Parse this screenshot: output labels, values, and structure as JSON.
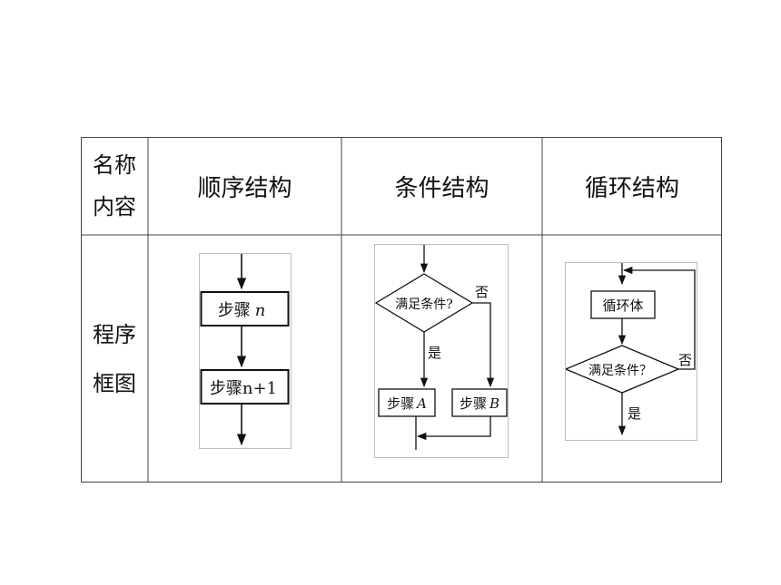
{
  "table": {
    "corner_top": "名称",
    "corner_bottom": "内容",
    "row_label_line1": "程序",
    "row_label_line2": "框图",
    "headers": [
      "顺序结构",
      "条件结构",
      "循环结构"
    ]
  },
  "sequential": {
    "step1_prefix": "步骤",
    "step1_var": "n",
    "step2": "步骤n+1"
  },
  "conditional": {
    "condition": "满足条件?",
    "no_label": "否",
    "yes_label": "是",
    "step_a_prefix": "步骤",
    "step_a_var": "A",
    "step_b_prefix": "步骤",
    "step_b_var": "B"
  },
  "loop": {
    "body": "循环体",
    "condition": "满足条件？",
    "no_label": "否",
    "yes_label": "是"
  }
}
